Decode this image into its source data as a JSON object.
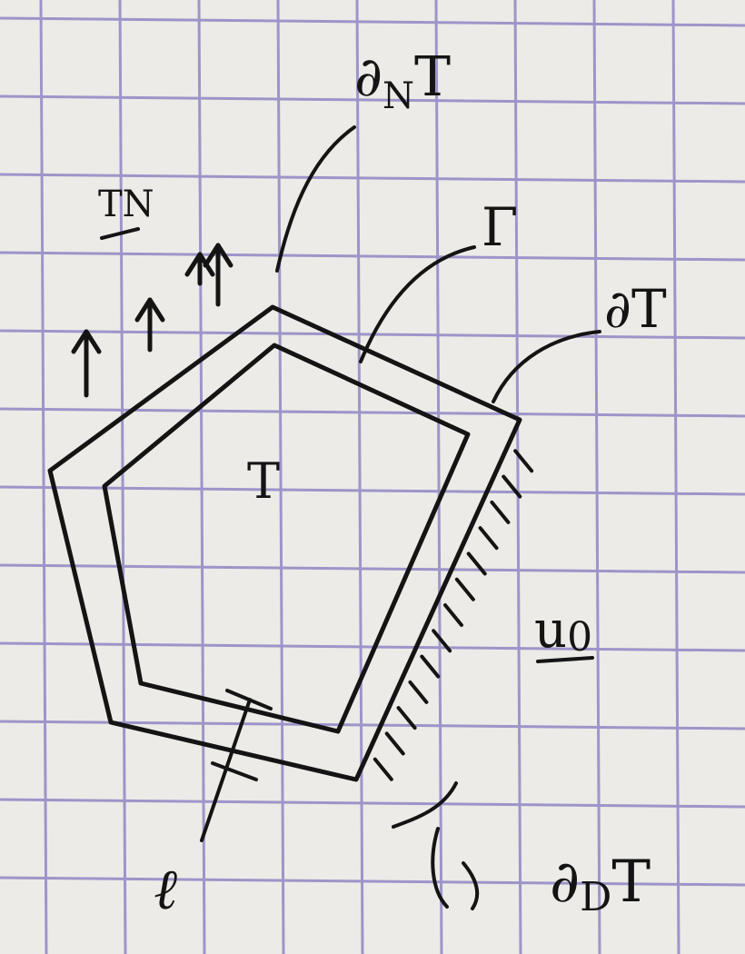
{
  "paper": {
    "background": "#ecebe7",
    "grid_color": "#9d95c9",
    "ink_color": "#141414"
  },
  "labels": {
    "domain": "T",
    "neumann_boundary": "∂NT",
    "neumann_boundary_sub": "N",
    "traction": "TN",
    "interface": "Γ",
    "outer_boundary": "∂T",
    "displacement": "u0",
    "dirichlet_boundary": "∂DT",
    "dirichlet_boundary_sub": "D",
    "thickness": "ℓ"
  },
  "icons": {
    "traction_arrows": "up-arrow-icon",
    "dirichlet_hatching": "hatch-mark-icon"
  }
}
